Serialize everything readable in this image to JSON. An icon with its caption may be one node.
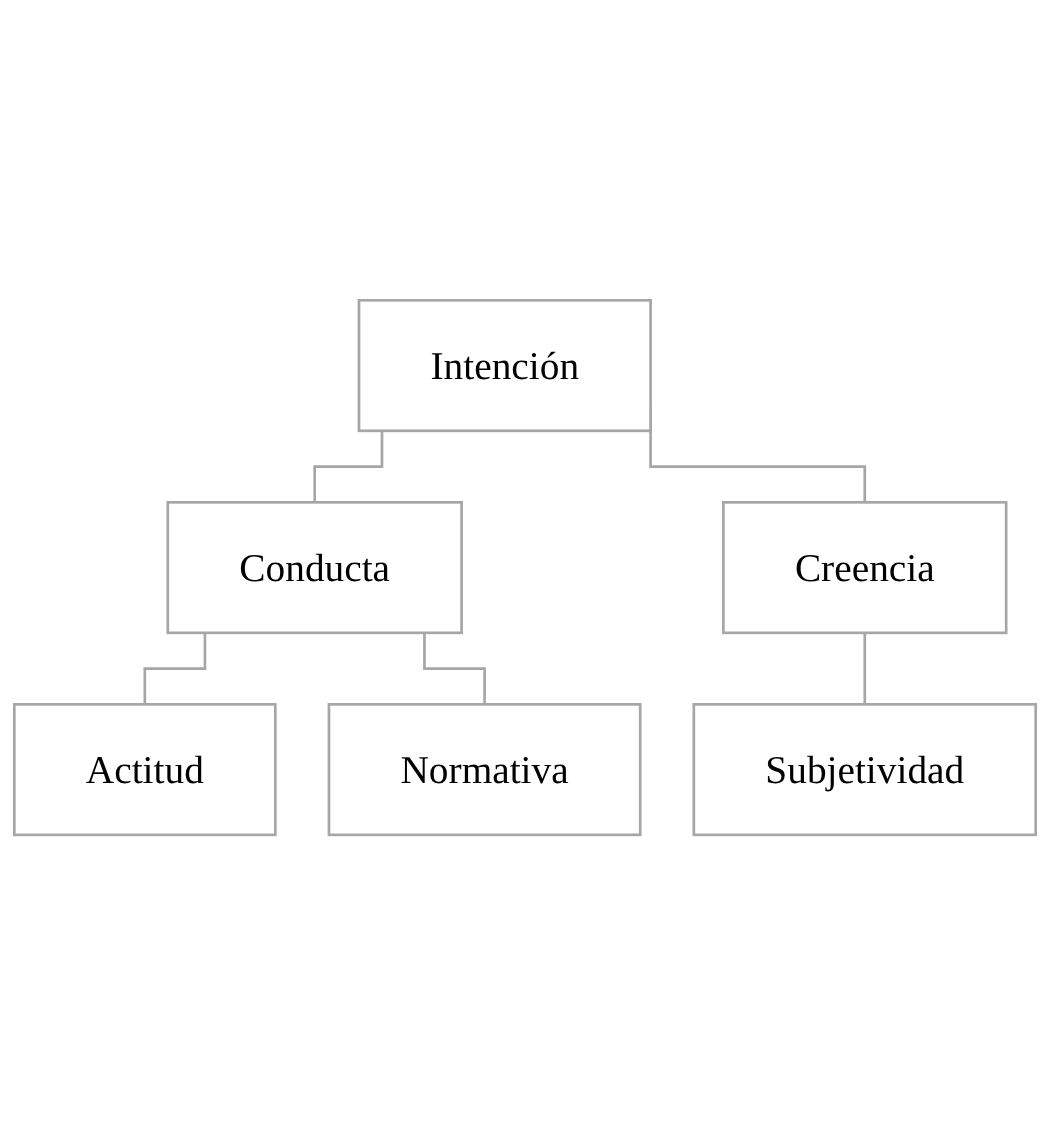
{
  "diagram": {
    "nodes": [
      {
        "text": [
          "Intención"
        ]
      },
      {
        "text": [
          "Conducta"
        ]
      },
      {
        "text": [
          "Creencia"
        ]
      },
      {
        "text": [
          "Actitud"
        ]
      },
      {
        "text": [
          "Normativa"
        ]
      },
      {
        "text": [
          "Subjetividad"
        ]
      }
    ],
    "edges": [
      {
        "from": 0,
        "to": 1,
        "arrow": "none"
      },
      {
        "from": 0,
        "to": 2,
        "arrow": "none"
      },
      {
        "from": 1,
        "to": 3,
        "arrow": "none"
      },
      {
        "from": 1,
        "to": 4,
        "arrow": "none"
      },
      {
        "from": 2,
        "to": 5,
        "arrow": "none"
      }
    ]
  }
}
